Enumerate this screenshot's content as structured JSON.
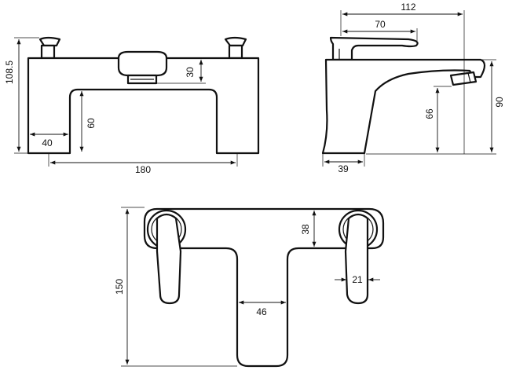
{
  "front_view": {
    "height": "108.5",
    "spout_depth": "30",
    "leg_width": "40",
    "opening_height": "60",
    "overall_width": "180"
  },
  "side_view": {
    "overall_reach": "112",
    "handle_length": "70",
    "total_height": "90",
    "spout_clearance": "66",
    "base_width": "39"
  },
  "plan_view": {
    "overall_depth": "150",
    "body_depth": "38",
    "handle_width": "21",
    "spout_width": "46"
  }
}
